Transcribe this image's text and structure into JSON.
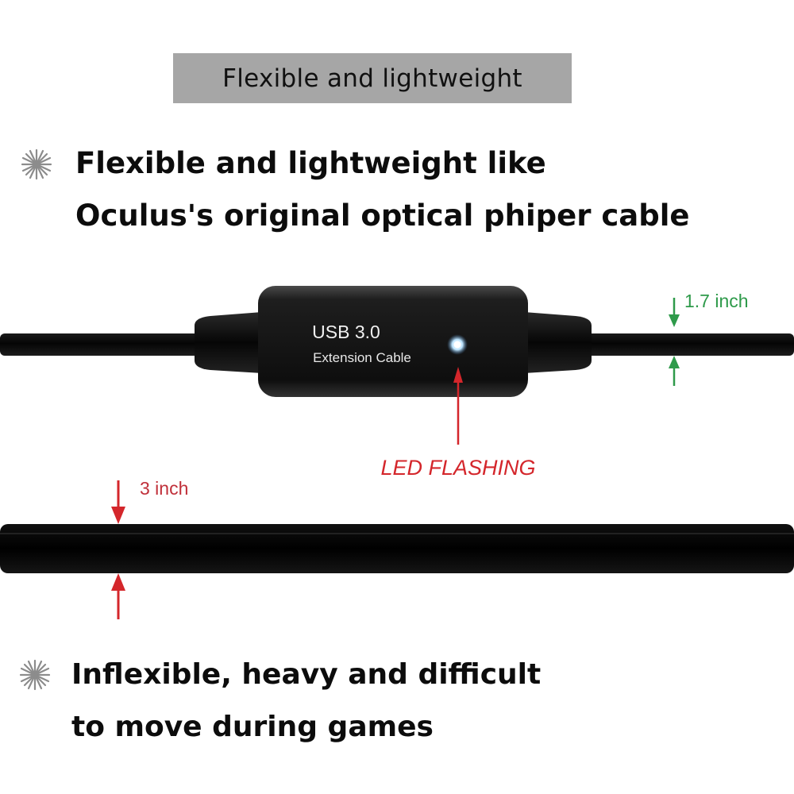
{
  "banner": {
    "title": "Flexible and lightweight"
  },
  "feature_top": {
    "line1": "Flexible and lightweight like",
    "line2": "Oculus's original optical phiper cable"
  },
  "feature_bottom": {
    "line1": "Inflexible, heavy and difficult",
    "line2": "to move during games"
  },
  "module": {
    "title": "USB 3.0",
    "subtitle": "Extension Cable"
  },
  "annotations": {
    "thin_cable": "1.7 inch",
    "led": "LED FLASHING",
    "thick_cable": "3 inch"
  },
  "colors": {
    "banner_bg": "#a6a6a6",
    "green_dimension": "#2e9a4a",
    "red_annotation": "#d4262b",
    "cable": "#0a0a0a",
    "led_glow": "#bfe6ff"
  },
  "icons": [
    "star-burst-icon",
    "arrow-down-icon",
    "arrow-up-icon"
  ]
}
